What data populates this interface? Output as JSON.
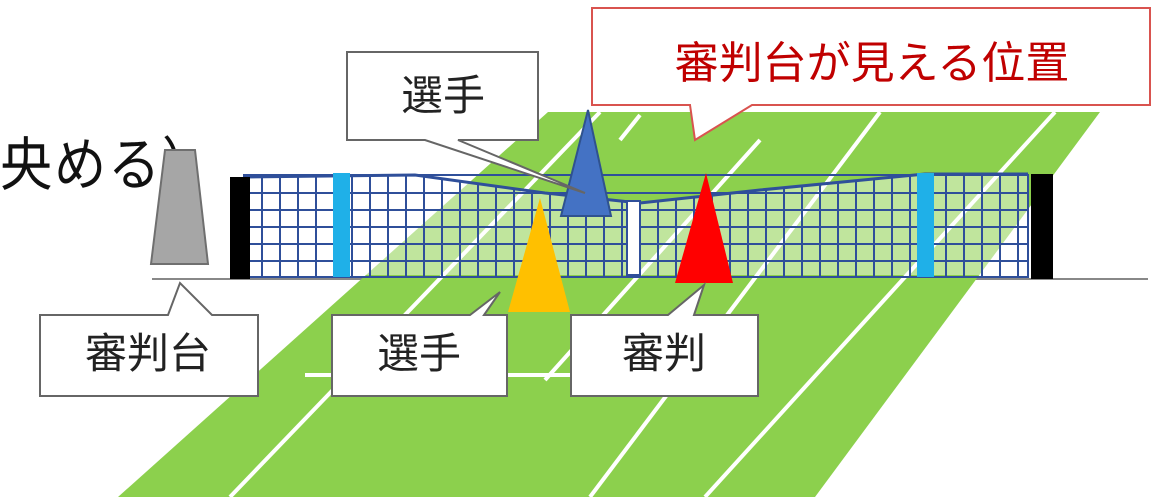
{
  "heading_fragment": "央める）",
  "callouts": {
    "umpire_chair": "審判台",
    "player_near": "選手",
    "umpire": "審判",
    "player_far": "選手",
    "position": "審判台が見える位置"
  },
  "colors": {
    "court": "#8cd04d",
    "court_lines": "#ffffff",
    "net_frame": "#2f4f9a",
    "net_post": "#000000",
    "net_strap": "#1fb0e8",
    "umpire_chair": "#a6a6a6",
    "player_far": "#4472c4",
    "player_near": "#ffc000",
    "umpire": "#ff0000",
    "highlight_callout_border": "#d9534f",
    "highlight_callout_text": "#c00000"
  }
}
